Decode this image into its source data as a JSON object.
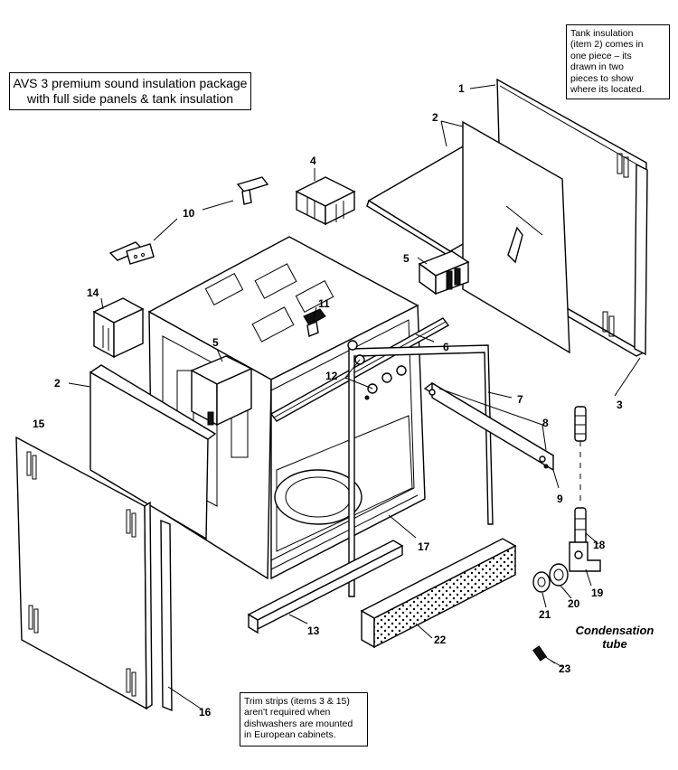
{
  "title_box": {
    "line1": "AVS 3 premium sound insulation package",
    "line2": "with full side panels & tank insulation"
  },
  "tank_note": {
    "lines": [
      "Tank insulation",
      "(item 2) comes in",
      "one piece – its",
      "drawn in two",
      "pieces to show",
      "where its located."
    ]
  },
  "trim_note": {
    "lines": [
      "Trim strips (items 3 & 15)",
      "aren't required when",
      "dishwashers are mounted",
      "in European cabinets."
    ]
  },
  "condensation_label": {
    "line1": "Condensation",
    "line2": "tube"
  },
  "callouts": {
    "c1": "1",
    "c2a": "2",
    "c2b": "2",
    "c3": "3",
    "c4": "4",
    "c5a": "5",
    "c5b": "5",
    "c6": "6",
    "c7": "7",
    "c8": "8",
    "c9": "9",
    "c10": "10",
    "c11": "11",
    "c12": "12",
    "c13": "13",
    "c14": "14",
    "c15": "15",
    "c16": "16",
    "c17": "17",
    "c18": "18",
    "c19": "19",
    "c20": "20",
    "c21": "21",
    "c22": "22",
    "c23": "23"
  }
}
